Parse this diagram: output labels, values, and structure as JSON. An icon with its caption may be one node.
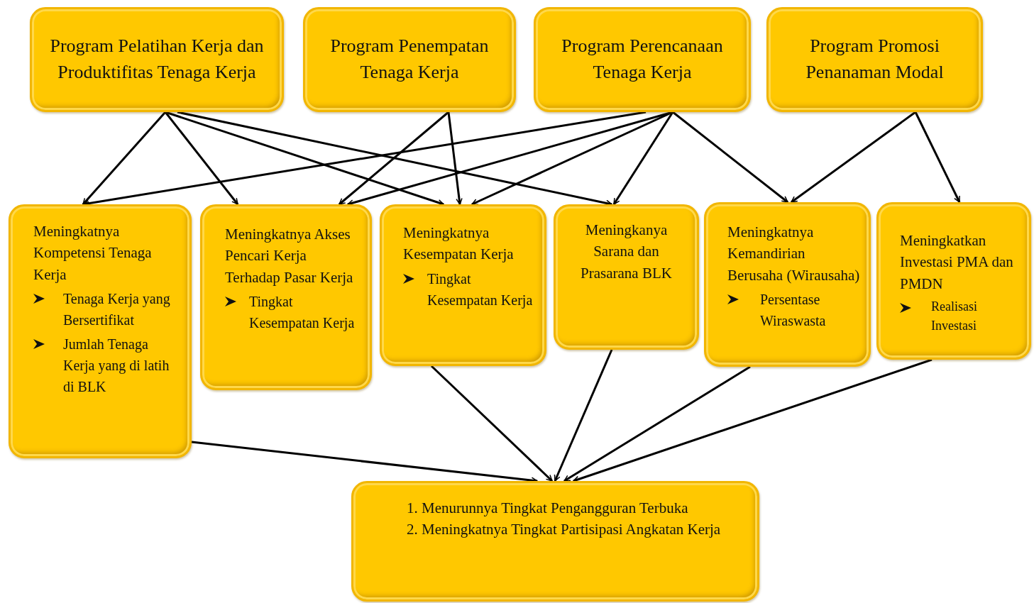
{
  "diagram": {
    "nodes": [
      {
        "text": [
          "Program Pelatihan Kerja dan Produktifitas Tenaga Kerja"
        ]
      },
      {
        "text": [
          "Program Penempatan Tenaga Kerja"
        ]
      },
      {
        "text": [
          "Program Perencanaan Tenaga Kerja"
        ]
      },
      {
        "text": [
          "Program Promosi Penanaman Modal"
        ]
      },
      {
        "text": [
          "Meningkatnya Kompetensi Tenaga Kerja",
          "Tenaga Kerja yang Bersertifikat",
          "Jumlah Tenaga Kerja yang di latih di BLK"
        ]
      },
      {
        "text": [
          "Meningkatnya Akses Pencari Kerja Terhadap Pasar Kerja",
          "Tingkat Kesempatan Kerja"
        ]
      },
      {
        "text": [
          "Meningkatnya Kesempatan Kerja",
          "Tingkat Kesempatan Kerja"
        ]
      },
      {
        "text": [
          "Meningkanya Sarana dan Prasarana BLK"
        ]
      },
      {
        "text": [
          "Meningkatnya Kemandirian Berusaha (Wirausaha)",
          "Persentase Wiraswasta"
        ]
      },
      {
        "text": [
          "Meningkatkan Investasi PMA dan PMDN",
          "Realisasi Investasi"
        ]
      },
      {
        "text": [
          "1. Menurunnya Tingkat Pengangguran Terbuka",
          "2. Meningkatnya Tingkat Partisipasi Angkatan Kerja"
        ]
      }
    ],
    "edges": [
      {
        "from": 0,
        "to": 4,
        "arrow": "to"
      },
      {
        "from": 0,
        "to": 5,
        "arrow": "to"
      },
      {
        "from": 0,
        "to": 6,
        "arrow": "to"
      },
      {
        "from": 0,
        "to": 7,
        "arrow": "to"
      },
      {
        "from": 1,
        "to": 5,
        "arrow": "to"
      },
      {
        "from": 1,
        "to": 6,
        "arrow": "to"
      },
      {
        "from": 2,
        "to": 4,
        "arrow": "to"
      },
      {
        "from": 2,
        "to": 5,
        "arrow": "to"
      },
      {
        "from": 2,
        "to": 6,
        "arrow": "to"
      },
      {
        "from": 2,
        "to": 7,
        "arrow": "to"
      },
      {
        "from": 2,
        "to": 8,
        "arrow": "to"
      },
      {
        "from": 3,
        "to": 8,
        "arrow": "to"
      },
      {
        "from": 3,
        "to": 9,
        "arrow": "to"
      },
      {
        "from": 4,
        "to": 10,
        "arrow": "to"
      },
      {
        "from": 6,
        "to": 10,
        "arrow": "to"
      },
      {
        "from": 7,
        "to": 10,
        "arrow": "to"
      },
      {
        "from": 8,
        "to": 10,
        "arrow": "to"
      },
      {
        "from": 9,
        "to": 10,
        "arrow": "to"
      }
    ]
  }
}
